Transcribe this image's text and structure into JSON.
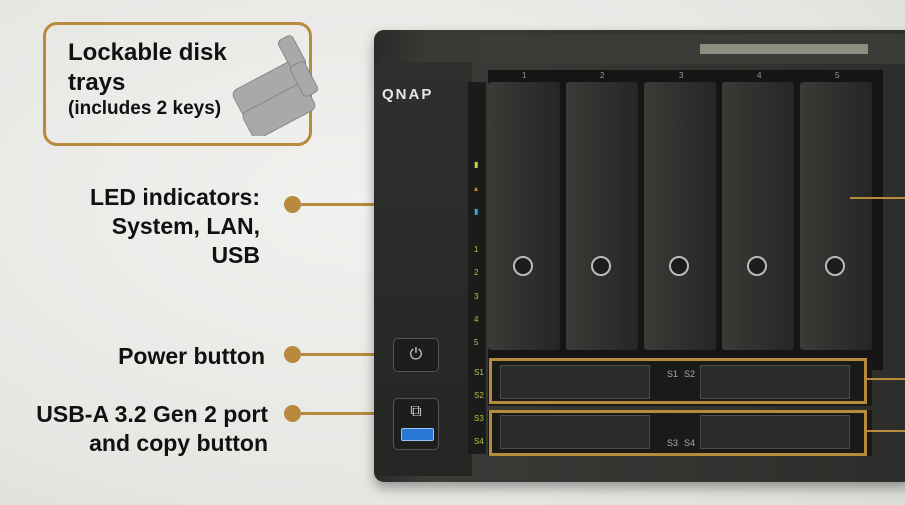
{
  "callouts": {
    "lockable": {
      "title": "Lockable disk trays",
      "sub": "(includes 2 keys)"
    },
    "led": "LED indicators: System, LAN, USB",
    "power": "Power button",
    "usb": "USB-A 3.2 Gen 2 port and copy button"
  },
  "device": {
    "logo": "QNAP",
    "bay_numbers": [
      "1",
      "2",
      "3",
      "4",
      "5"
    ],
    "led_labels": [
      "1",
      "2",
      "3",
      "4",
      "5",
      "S1",
      "S2",
      "S3",
      "S4"
    ],
    "ssd_labels": [
      "S1",
      "S2",
      "S3",
      "S4"
    ]
  },
  "colors": {
    "accent": "#b88a3e",
    "background": "#e8e8e5",
    "chassis": "#2d2d2b"
  },
  "icons": {
    "power": "power-icon",
    "copy": "copy-icon",
    "usb": "usb-port",
    "key": "key-icon"
  }
}
